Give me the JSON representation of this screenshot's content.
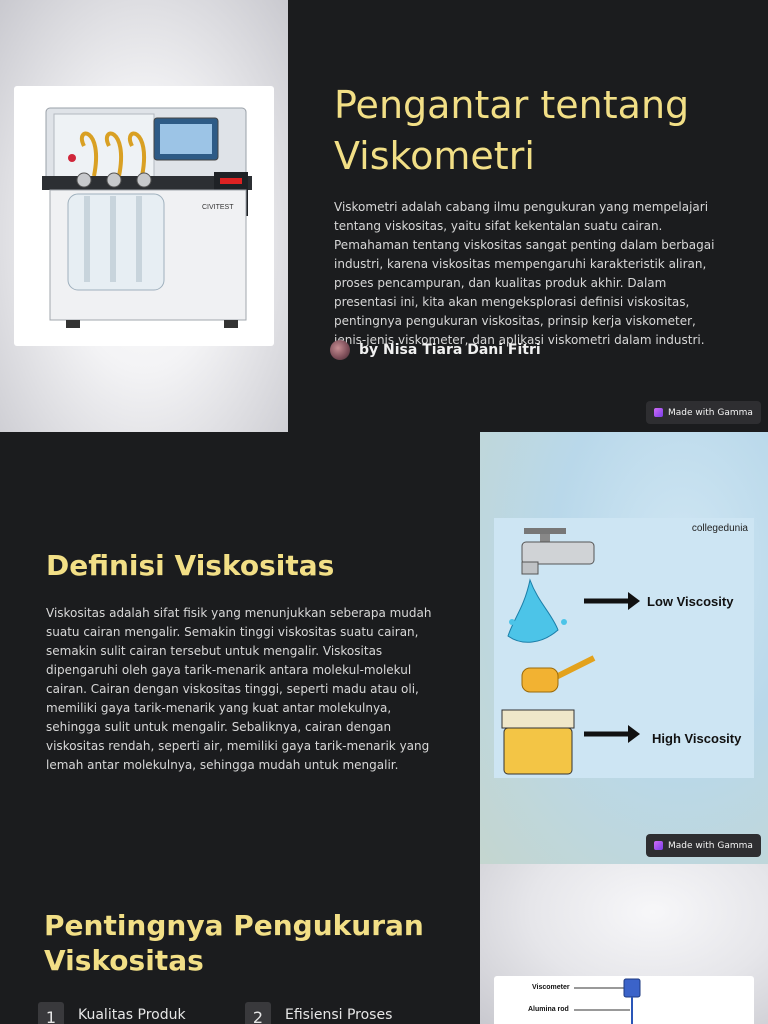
{
  "slide1": {
    "title": "Pengantar tentang Viskometri",
    "body": "Viskometri adalah cabang ilmu pengukuran yang mempelajari tentang viskositas, yaitu sifat kekentalan suatu cairan. Pemahaman tentang viskositas sangat penting dalam berbagai industri, karena viskositas mempengaruhi karakteristik aliran, proses pencampuran, dan kualitas produk akhir. Dalam presentasi ini, kita akan mengeksplorasi definisi viskositas, pentingnya pengukuran viskositas, prinsip kerja viskometer, jenis-jenis viskometer, dan aplikasi viskometri dalam industri.",
    "author": "by Nisa Tiara Dani Fitri",
    "photo_text": "CIVITEST"
  },
  "gamma_badge": "Made with Gamma",
  "slide2": {
    "title": "Definisi Viskositas",
    "body": "Viskositas adalah sifat fisik yang menunjukkan seberapa mudah suatu cairan mengalir. Semakin tinggi viskositas suatu cairan, semakin sulit cairan tersebut untuk mengalir. Viskositas dipengaruhi oleh gaya tarik-menarik antara molekul-molekul cairan. Cairan dengan viskositas tinggi, seperti madu atau oli, memiliki gaya tarik-menarik yang kuat antar molekulnya, sehingga sulit untuk mengalir. Sebaliknya, cairan dengan viskositas rendah, seperti air, memiliki gaya tarik-menarik yang lemah antar molekulnya, sehingga mudah untuk mengalir.",
    "image": {
      "brand": "collegedunia",
      "low_label": "Low Viscosity",
      "high_label": "High Viscosity"
    }
  },
  "slide3": {
    "title": "Pentingnya Pengukuran Viskositas",
    "items": [
      {
        "num": "1",
        "label": "Kualitas Produk"
      },
      {
        "num": "2",
        "label": "Efisiensi Proses"
      }
    ],
    "image": {
      "label1": "Viscometer",
      "label2": "Alumina rod"
    }
  },
  "colors": {
    "background": "#1b1c1e",
    "title": "#f2df86",
    "body_text": "#d8d8d8"
  }
}
